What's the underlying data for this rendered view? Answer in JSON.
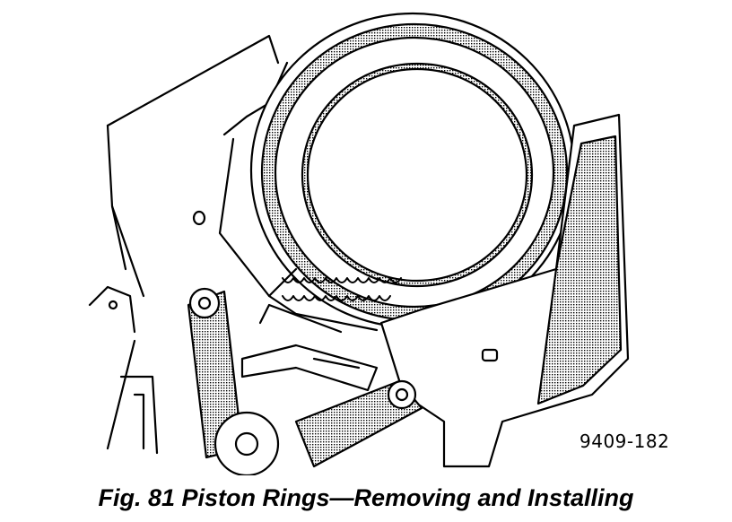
{
  "figure": {
    "caption": "Fig. 81 Piston Rings—Removing and Installing",
    "number": "9409-182"
  },
  "illustration": {
    "subject": "piston-ring-expander-tool-on-piston",
    "colors": {
      "ink": "#000000",
      "shade": "#b8b8b8",
      "paper": "#ffffff"
    }
  }
}
